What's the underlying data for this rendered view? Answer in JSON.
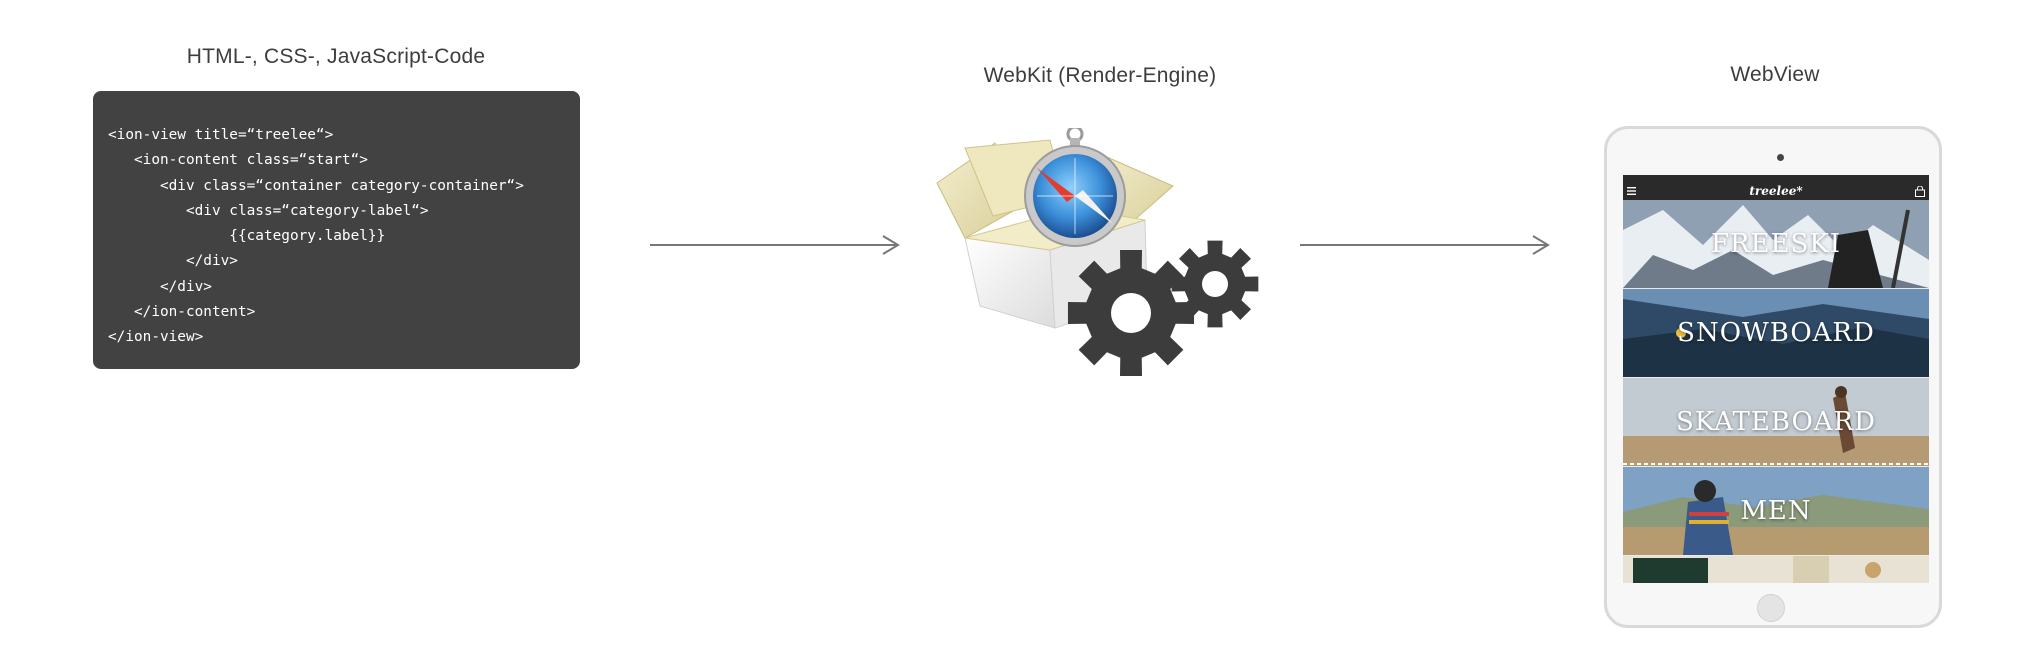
{
  "captions": {
    "code": "HTML-, CSS-, JavaScript-Code",
    "webkit": "WebKit (Render-Engine)",
    "webview": "WebView"
  },
  "code_lines": [
    "<ion-view title=“treelee“>",
    "   <ion-content class=“start“>",
    "      <div class=“container category-container“>",
    "         <div class=“category-label“>",
    "              {{category.label}}",
    "         </div>",
    "      </div>",
    "   </ion-content>",
    "</ion-view>"
  ],
  "webview": {
    "brand": "treelee*",
    "categories": [
      {
        "label": "FREESKI"
      },
      {
        "label": "SNOWBOARD"
      },
      {
        "label": "SKATEBOARD"
      },
      {
        "label": "MEN"
      }
    ]
  },
  "icons": {
    "arrow": "right-arrow-icon",
    "webkit_box": "webkit-box-icon",
    "compass": "safari-compass-icon",
    "gear": "gear-icon",
    "menu": "hamburger-menu-icon",
    "cart": "shopping-bag-icon"
  },
  "colors": {
    "code_background": "#424242",
    "code_text": "#ffffff",
    "caption_text": "#3d3d3d",
    "arrow": "#777777",
    "gear": "#3c3c3c",
    "tablet_frame": "#d9d9d9"
  }
}
